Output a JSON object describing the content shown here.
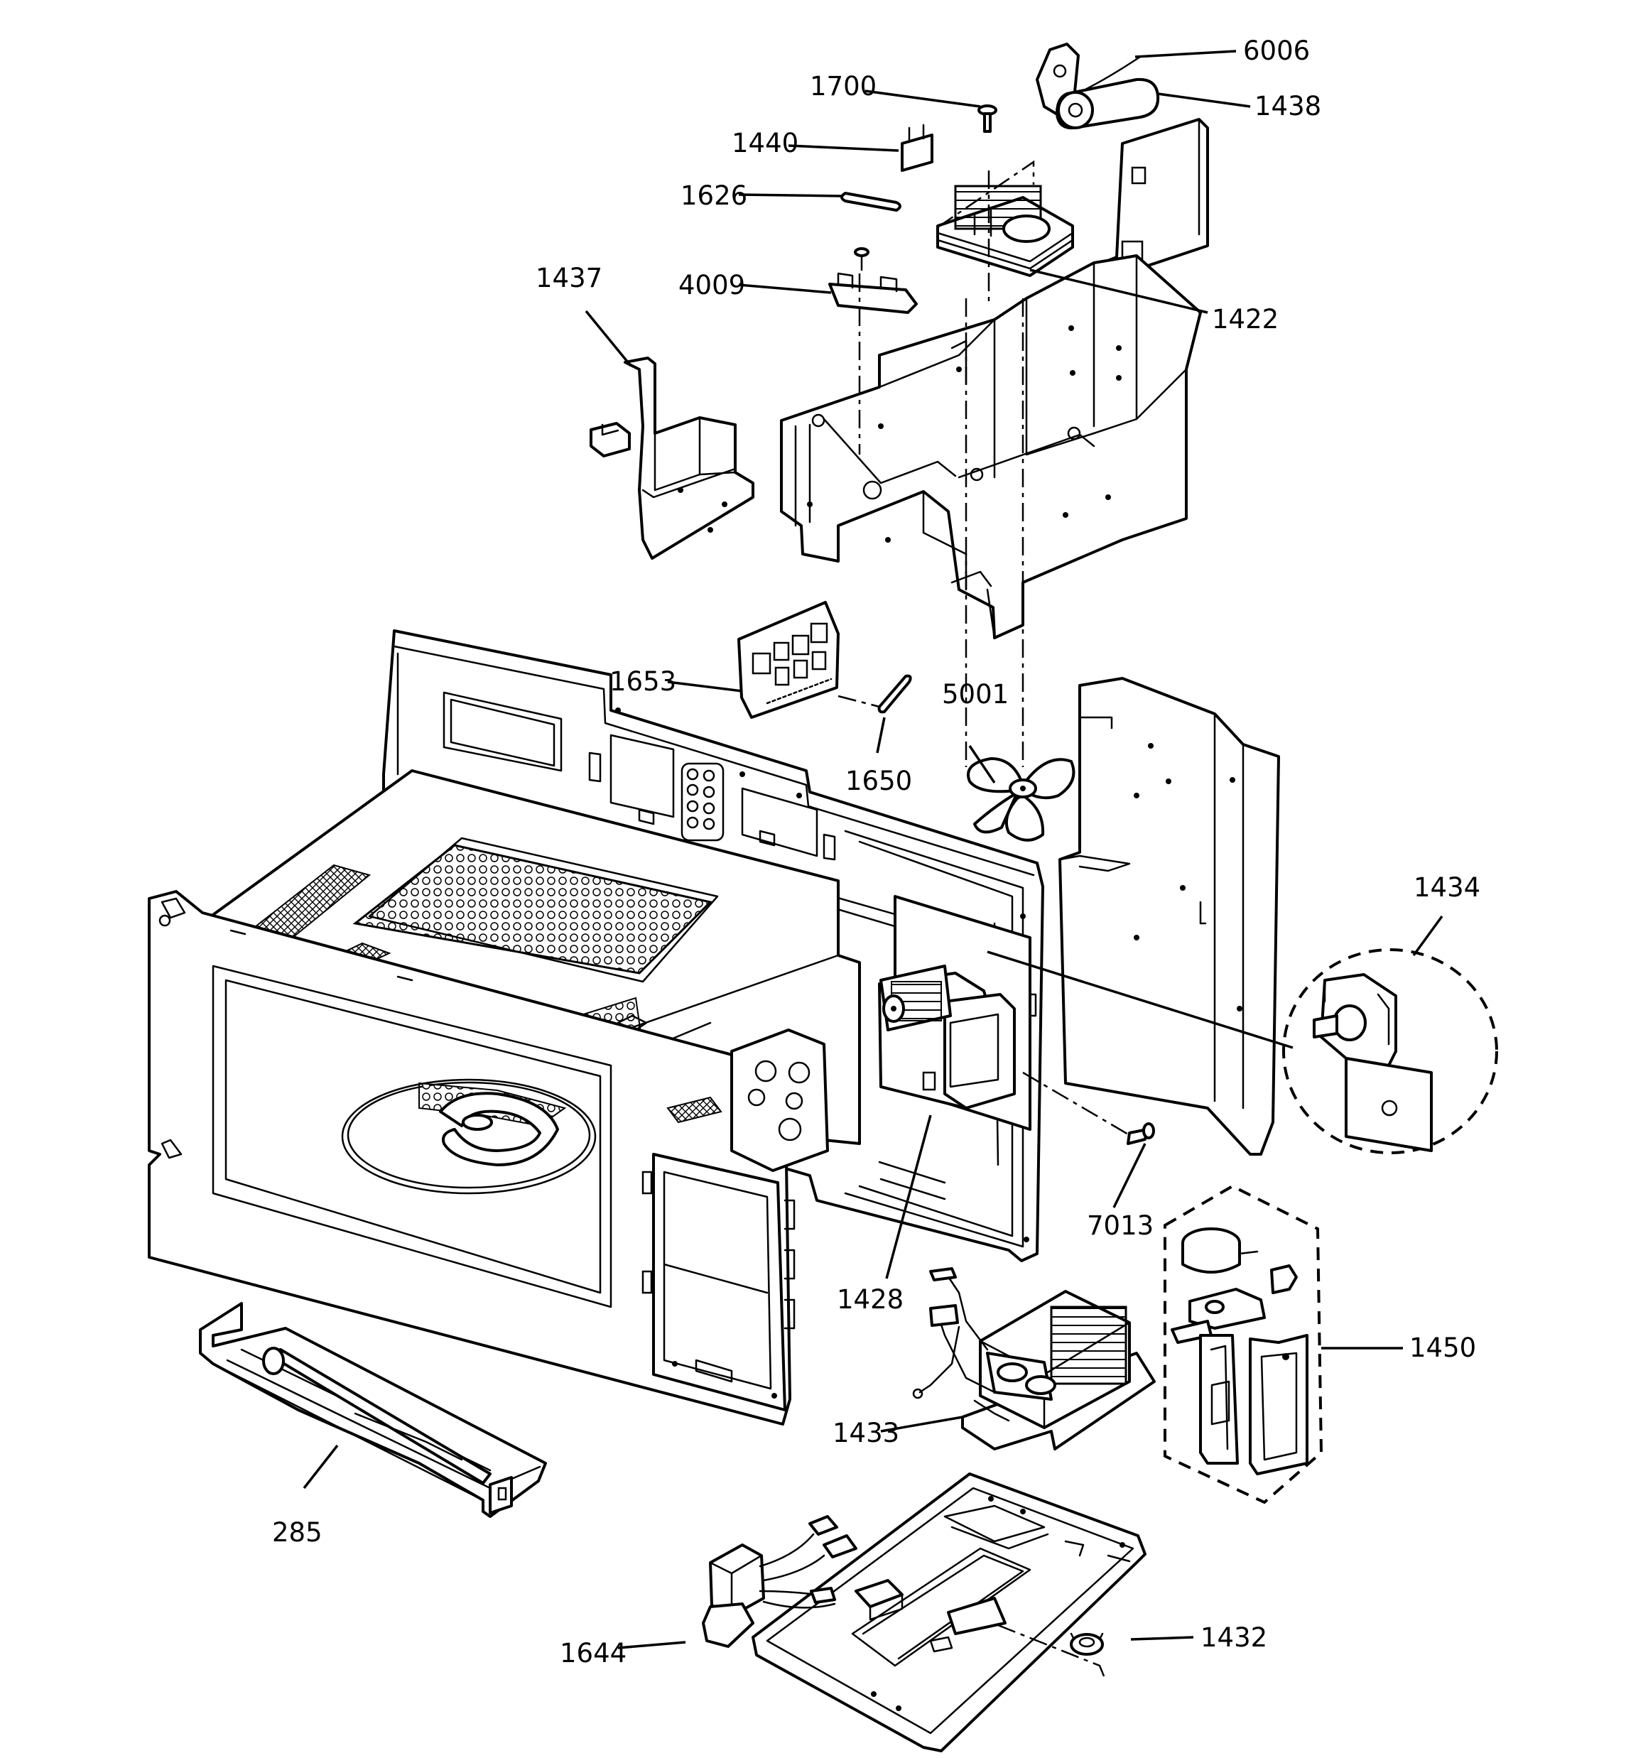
{
  "labels": {
    "p6006": "6006",
    "p1700": "1700",
    "p1438": "1438",
    "p1440": "1440",
    "p1626": "1626",
    "p4009": "4009",
    "p1437": "1437",
    "p1422": "1422",
    "p1653": "1653",
    "p5001": "5001",
    "p1650": "1650",
    "p1434": "1434",
    "p7013": "7013",
    "p1428": "1428",
    "p1450": "1450",
    "p1433": "1433",
    "p285": "285",
    "p1644": "1644",
    "p1432": "1432"
  }
}
